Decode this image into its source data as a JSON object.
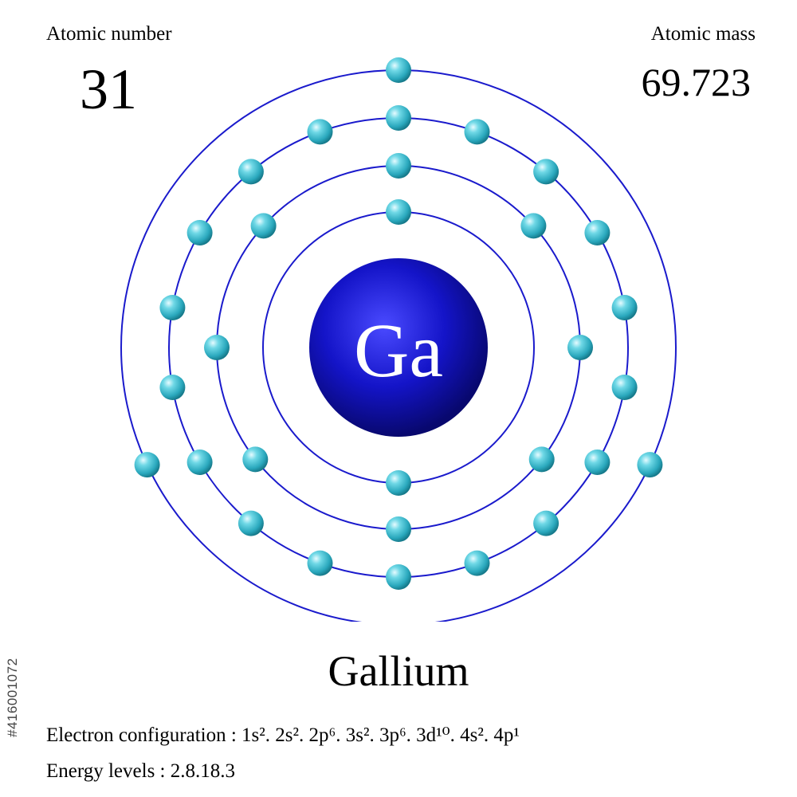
{
  "element": {
    "symbol": "Ga",
    "name": "Gallium",
    "atomic_number_label": "Atomic number",
    "atomic_number": "31",
    "atomic_mass_label": "Atomic mass",
    "atomic_mass": "69.723",
    "electron_configuration": "Electron configuration : 1s². 2s². 2p⁶. 3s². 3p⁶. 3d¹⁰. 4s². 4p¹",
    "energy_levels": "Energy levels : 2.8.18.3"
  },
  "shells": [
    {
      "electrons": 2,
      "angles_deg": [
        270,
        90
      ]
    },
    {
      "electrons": 8,
      "angles_deg": [
        270,
        222,
        180,
        142,
        90,
        38,
        0,
        318
      ]
    },
    {
      "electrons": 18,
      "angles_deg": [
        270,
        248,
        225,
        203,
        180,
        160,
        137,
        115,
        90,
        64,
        41,
        22,
        0,
        339,
        316,
        295,
        0,
        0
      ]
    },
    {
      "electrons": 3,
      "angles_deg": [
        270,
        155,
        25
      ]
    }
  ],
  "watermark_id": "#416001072",
  "colors": {
    "orbit": "#1a1acc",
    "nucleus": "#1414c8",
    "electron": "#3ec3d6",
    "text": "#000000"
  }
}
